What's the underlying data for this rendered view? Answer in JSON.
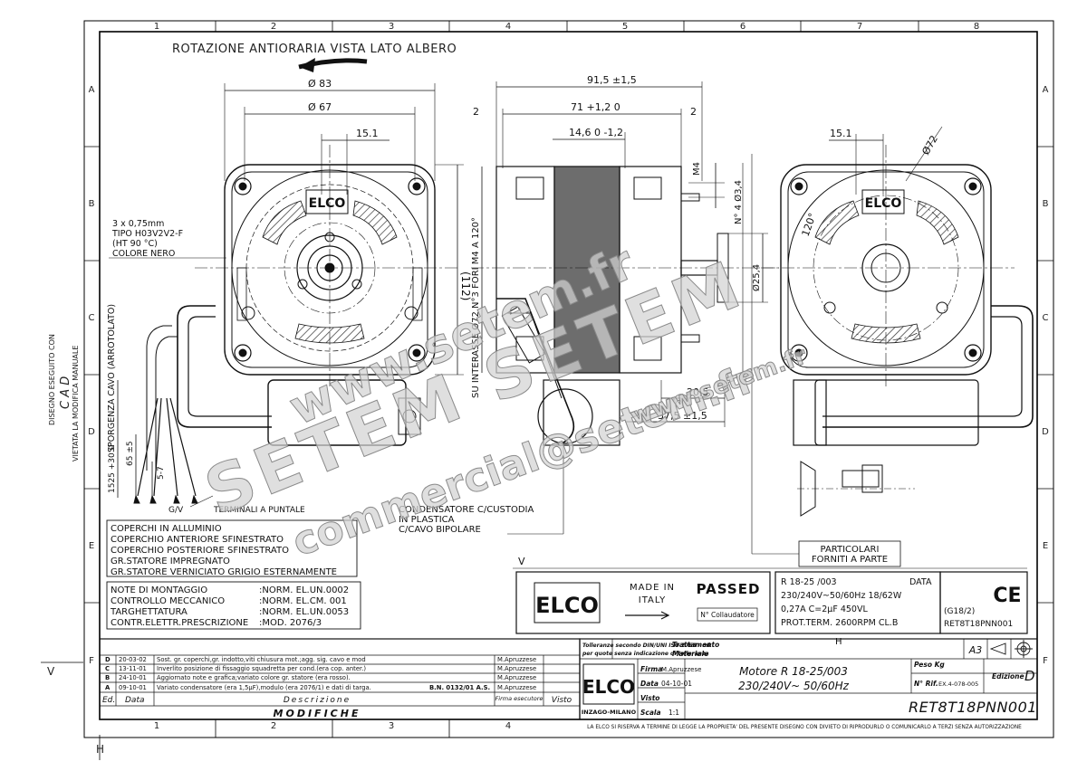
{
  "title": "ROTAZIONE ANTIORARIA VISTA LATO ALBERO",
  "border": {
    "cols": [
      "1",
      "2",
      "3",
      "4",
      "5",
      "6",
      "7",
      "8"
    ],
    "rows": [
      "A",
      "B",
      "C",
      "D",
      "E",
      "F"
    ]
  },
  "left_margin": {
    "line1": "DISEGNO ESEGUITO CON",
    "cad": "C A D",
    "line2": "VIETATA LA MODIFICA MANUALE"
  },
  "front_view": {
    "dim_outer": "Ø 83",
    "dim_inner": "Ø 67",
    "dim_offset": "15.1",
    "dim_height": "(112)",
    "cable_label": [
      "3 x 0,75mm",
      "TIPO H03V2V2-F",
      "(HT 90 °C)",
      "COLORE NERO"
    ],
    "cable_vertical": "SPORGENZA CAVO (ARROTOLATO)",
    "dim_cable_len": "1525 +30 0",
    "dim_65": "65 ±5",
    "dim_57": "5-7",
    "gv": "G/V",
    "terminal": "TERMINALI A PUNTALE",
    "logo": "ELCO"
  },
  "side_view": {
    "dim_91": "91,5 ±1,5",
    "dim_71": "71 +1,2 0",
    "dim_146": "14,6 0 -1,2",
    "dim_2a": "2",
    "dim_2b": "2",
    "dim_m4": "M4",
    "holes": "N° 4 Ø3,4",
    "dia_254": "Ø25,4",
    "mount": "SU INTERASSE Ø72 N°3 FORI M4 A 120°",
    "dim_205": "20,5",
    "dim_375": "37,5 ±1,5"
  },
  "back_view": {
    "dim_151": "15.1",
    "dim_72": "Ø72",
    "angle": "120°",
    "logo": "ELCO"
  },
  "capacitor_note": [
    "CONDENSATORE C/CUSTODIA",
    "IN PLASTICA",
    "C/CAVO BIPOLARE"
  ],
  "parts_note": [
    "PARTICOLARI",
    "FORNITI A PARTE"
  ],
  "materials": [
    "COPERCHI IN ALLUMINIO",
    "COPERCHIO ANTERIORE SFINESTRATO",
    "COPERCHIO POSTERIORE SFINESTRATO",
    "GR.STATORE IMPREGNATO",
    "GR.STATORE VERNICIATO GRIGIO ESTERNAMENTE"
  ],
  "notes": [
    {
      "k": "NOTE DI MONTAGGIO",
      "v": ":NORM. EL.UN.0002"
    },
    {
      "k": "CONTROLLO MECCANICO",
      "v": ":NORM. EL.CM. 001"
    },
    {
      "k": "TARGHETTATURA",
      "v": ":NORM. EL.UN.0053"
    },
    {
      "k": "CONTR.ELETTR.PRESCRIZIONE",
      "v": ":MOD.        2076/3"
    }
  ],
  "label_plate": {
    "logo": "ELCO",
    "made_in": "MADE IN",
    "italy": "ITALY",
    "passed": "PASSED",
    "collaudatore": "N° Collaudatore",
    "code": "R 18-25   /003",
    "data": "DATA",
    "line2": "230/240V~50/60Hz  18/62W",
    "line3": "0,27A C=2µF 450VL",
    "line4": "PROT.TERM.  2600RPM  CL.B",
    "g18": "(G18/2)",
    "part": "RET8T18PNN001",
    "ce": "CE"
  },
  "revisions": [
    {
      "ed": "D",
      "date": "20-03-02",
      "desc": "Sost. gr. coperchi,gr. indotto,viti chiusura mot.;agg. sig. cavo e mod",
      "sig": "M.Apruzzese"
    },
    {
      "ed": "C",
      "date": "13-11-01",
      "desc": "Inverlito posizione di fissaggio squadretta per cond.(era cop. anter.)",
      "sig": "M.Apruzzese"
    },
    {
      "ed": "B",
      "date": "24-10-01",
      "desc": "Aggiornato note e grafica;variato colore gr. statore (era rosso).",
      "sig": "M.Apruzzese"
    },
    {
      "ed": "A",
      "date": "09-10-01",
      "desc": "Variato condensatore (era 1,5µF),modulo (era 2076/1) e dati di targa.",
      "sig": "M.Apruzzese",
      "extra": "B.N. 0132/01 A.S."
    }
  ],
  "rev_header": {
    "ed": "Ed.",
    "date": "Data",
    "desc": "Descrizione",
    "sig": "Firma esecutore",
    "visto": "Visto"
  },
  "modifiche": "MODIFICHE",
  "title_block": {
    "tolerance1": "Tolleranze secondo DIN/UNI ISO 2768 - mk",
    "tolerance2": "per quote senza indicazione di tolleranza",
    "trattamento": "Trattamento",
    "materiale": "Materiale",
    "firma_label": "Firma",
    "firma": "M.Apruzzese",
    "data_label": "Data",
    "data": "04-10-01",
    "visto_label": "Visto",
    "scala_label": "Scala",
    "scala": "1:1",
    "company": "ELCO",
    "company_sub": "INZAGO-MILANO",
    "desc1": "Motore R 18-25/003",
    "desc2": "230/240V~ 50/60Hz",
    "format": "A3",
    "peso": "Peso Kg",
    "rif_label": "N° Rif.",
    "rif": "EX.4-078-005",
    "edizione_label": "Edizione",
    "edizione": "D",
    "code": "RET8T18PNN001",
    "legal": "LA ELCO SI RISERVA A TERMINE DI LEGGE LA PROPRIETA' DEL PRESENTE DISEGNO CON DIVIETO DI RIPRODURLO O COMUNICARLO A TERZI SENZA AUTORIZZAZIONE"
  },
  "watermark": {
    "w1": "www.setem.fr",
    "w2": "SETEM SETEM",
    "w3": "commercial@setem.fr",
    "w4": "www.setem.fr"
  },
  "corner_letters": {
    "v": "V",
    "h": "H"
  }
}
